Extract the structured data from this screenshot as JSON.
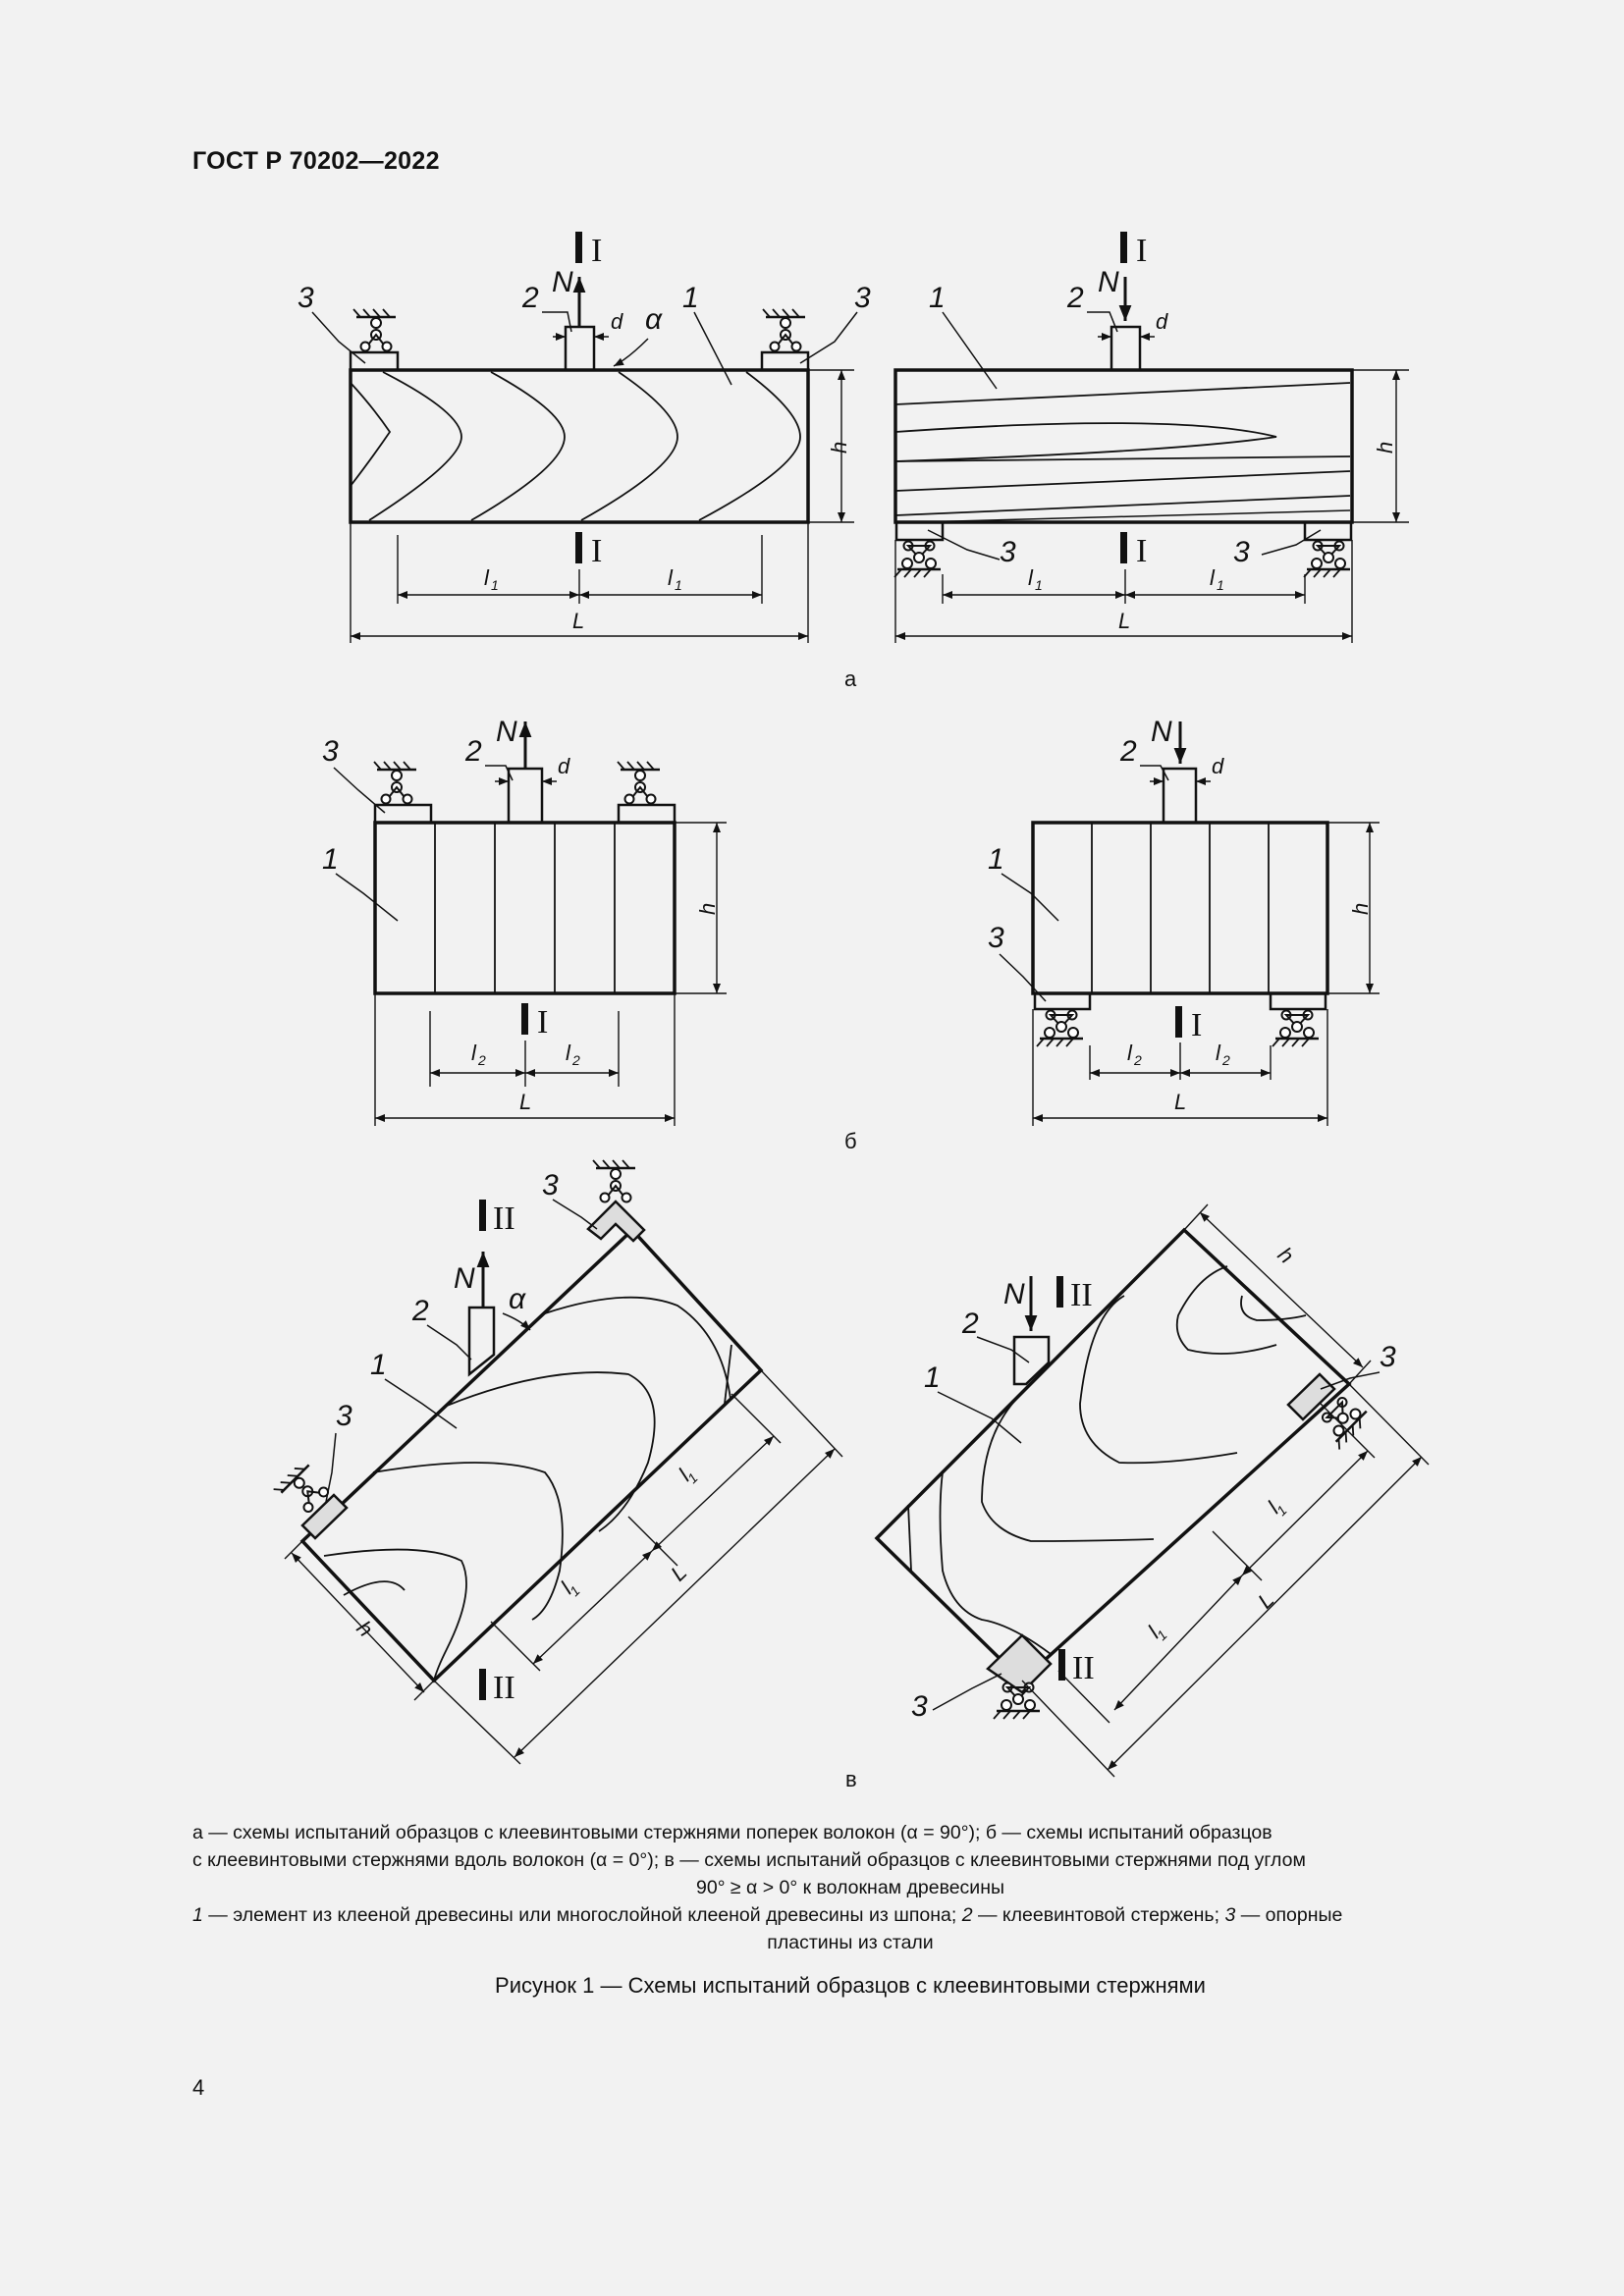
{
  "header": {
    "standard": "ГОСТ Р 70202—2022"
  },
  "figure": {
    "callouts": {
      "element": "1",
      "rod": "2",
      "plate": "3"
    },
    "symbols": {
      "force": "N",
      "diameter": "d",
      "angle": "α",
      "height": "h",
      "length": "L",
      "span_l": "l",
      "idx1": "1",
      "idx2": "2",
      "section_I": "I",
      "section_II": "II"
    },
    "panel_labels": {
      "a": "а",
      "b": "б",
      "v": "в"
    }
  },
  "legend": {
    "line1": "а — схемы испытаний образцов с клеевинтовыми стержнями поперек волокон (α = 90°); б — схемы испытаний образцов",
    "line2": "с клеевинтовыми стержнями вдоль волокон (α = 0°); в — схемы испытаний образцов с клеевинтовыми стержнями под углом",
    "line3": "90° ≥ α > 0° к волокнам древесины",
    "line4_num1": "1",
    "line4_text1": " — элемент из клееной древесины или многослойной клееной древесины из шпона; ",
    "line4_num2": "2",
    "line4_text2": " — клеевинтовой стержень; ",
    "line4_num3": "3",
    "line4_text3": " — опорные",
    "line5": "пластины из стали"
  },
  "caption": "Рисунок 1 — Схемы испытаний образцов с клеевинтовыми стержнями",
  "page_number": "4"
}
